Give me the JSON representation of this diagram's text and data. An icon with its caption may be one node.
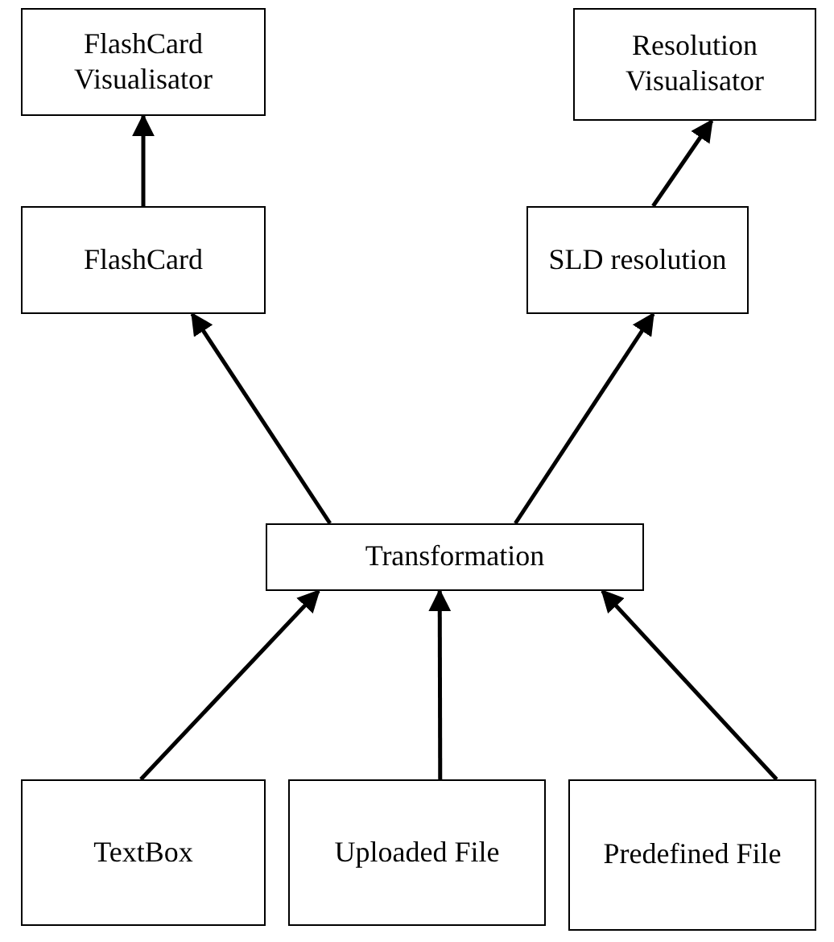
{
  "diagram": {
    "nodes": [
      {
        "text": [
          "FlashCard Visualisator"
        ]
      },
      {
        "text": [
          "Resolution Visualisator"
        ]
      },
      {
        "text": [
          "FlashCard"
        ]
      },
      {
        "text": [
          "SLD resolution"
        ]
      },
      {
        "text": [
          "Transformation"
        ]
      },
      {
        "text": [
          "TextBox"
        ]
      },
      {
        "text": [
          "Uploaded File"
        ]
      },
      {
        "text": [
          "Predefined File"
        ]
      }
    ],
    "edges": [
      {
        "from": 2,
        "to": 0,
        "arrow": "to"
      },
      {
        "from": 3,
        "to": 1,
        "arrow": "to"
      },
      {
        "from": 4,
        "to": 2,
        "arrow": "to"
      },
      {
        "from": 4,
        "to": 3,
        "arrow": "to"
      },
      {
        "from": 5,
        "to": 4,
        "arrow": "to"
      },
      {
        "from": 6,
        "to": 4,
        "arrow": "to"
      },
      {
        "from": 7,
        "to": 4,
        "arrow": "to"
      }
    ]
  }
}
